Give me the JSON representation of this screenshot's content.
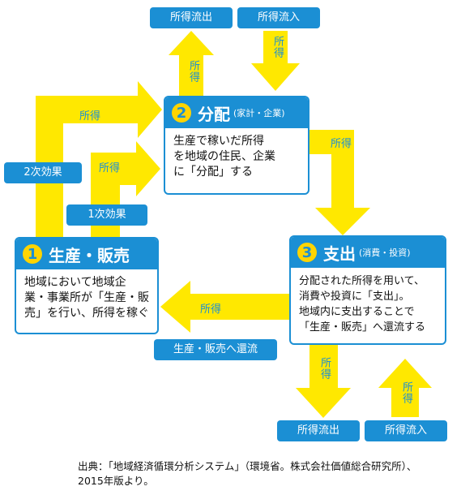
{
  "boxes": {
    "production": {
      "number": "1",
      "title": "生産・販売",
      "body": "地域において地域企\n業・事業所が「生産・販\n売」を行い、所得を稼ぐ"
    },
    "distribution": {
      "number": "2",
      "title": "分配",
      "subtitle": "(家計・企業)",
      "body": "生産で稼いだ所得\nを地域の住民、企業\nに「分配」する"
    },
    "expenditure": {
      "number": "3",
      "title": "支出",
      "subtitle": "(消費・投資)",
      "body": "分配された所得を用いて、\n消費や投資に「支出」。\n地域内に支出することで\n「生産・販売」へ還流する"
    }
  },
  "pills": {
    "outflow_top": "所得流出",
    "inflow_top": "所得流入",
    "secondary_effect": "2次効果",
    "primary_effect": "1次効果",
    "return_to_production": "生産・販売へ還流",
    "outflow_bottom": "所得流出",
    "inflow_bottom": "所得流入"
  },
  "arrow_labels": {
    "income_top_left": "所得",
    "income_mid_left": "所得",
    "income_up": "所得",
    "income_down_top": "所得",
    "income_right": "所得",
    "income_return": "所得",
    "income_down_bottom": "所得",
    "income_up_bottom": "所得"
  },
  "source": "出典：「地域経済循環分析システム」（環境省。株式会社価値総合研究所）、\n2015年版より。",
  "colors": {
    "arrow": "#ffe800",
    "accent": "#1b8fd4",
    "badge": "#ffd400"
  }
}
